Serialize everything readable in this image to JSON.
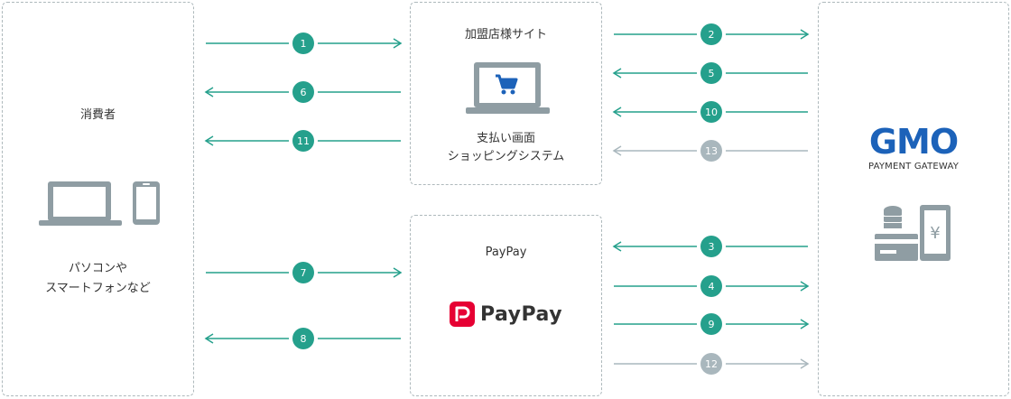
{
  "colors": {
    "teal": "#25a08c",
    "gray": "#a9b7bd",
    "icon": "#8f9da3",
    "blue": "#1c62b9",
    "red": "#e60033"
  },
  "consumer": {
    "title": "消費者",
    "devices_line1": "パソコンや",
    "devices_line2": "スマートフォンなど",
    "icons": [
      "laptop-icon",
      "smartphone-icon"
    ]
  },
  "merchant": {
    "title": "加盟店様サイト",
    "caption_line1": "支払い画面",
    "caption_line2": "ショッピングシステム",
    "icons": [
      "laptop-cart-icon"
    ]
  },
  "paypay": {
    "title": "PayPay",
    "logo_text": "PayPay",
    "icons": [
      "paypay-logo"
    ]
  },
  "gmo": {
    "logo_text": "GMO",
    "subtitle": "PAYMENT GATEWAY",
    "icons": [
      "coins-card-icon",
      "yen-phone-icon"
    ]
  },
  "steps": [
    {
      "label": "1",
      "from": "consumer",
      "to": "merchant",
      "direction": "right",
      "color": "teal"
    },
    {
      "label": "6",
      "from": "merchant",
      "to": "consumer",
      "direction": "left",
      "color": "teal"
    },
    {
      "label": "11",
      "from": "merchant",
      "to": "consumer",
      "direction": "left",
      "color": "teal"
    },
    {
      "label": "7",
      "from": "consumer",
      "to": "paypay",
      "direction": "right",
      "color": "teal"
    },
    {
      "label": "8",
      "from": "paypay",
      "to": "consumer",
      "direction": "left",
      "color": "teal"
    },
    {
      "label": "2",
      "from": "merchant",
      "to": "gmo",
      "direction": "right",
      "color": "teal"
    },
    {
      "label": "5",
      "from": "gmo",
      "to": "merchant",
      "direction": "left",
      "color": "teal"
    },
    {
      "label": "10",
      "from": "gmo",
      "to": "merchant",
      "direction": "left",
      "color": "teal"
    },
    {
      "label": "13",
      "from": "gmo",
      "to": "merchant",
      "direction": "left",
      "color": "gray"
    },
    {
      "label": "3",
      "from": "gmo",
      "to": "paypay",
      "direction": "left",
      "color": "teal"
    },
    {
      "label": "4",
      "from": "paypay",
      "to": "gmo",
      "direction": "right",
      "color": "teal"
    },
    {
      "label": "9",
      "from": "paypay",
      "to": "gmo",
      "direction": "right",
      "color": "teal"
    },
    {
      "label": "12",
      "from": "paypay",
      "to": "gmo",
      "direction": "right",
      "color": "gray"
    }
  ]
}
